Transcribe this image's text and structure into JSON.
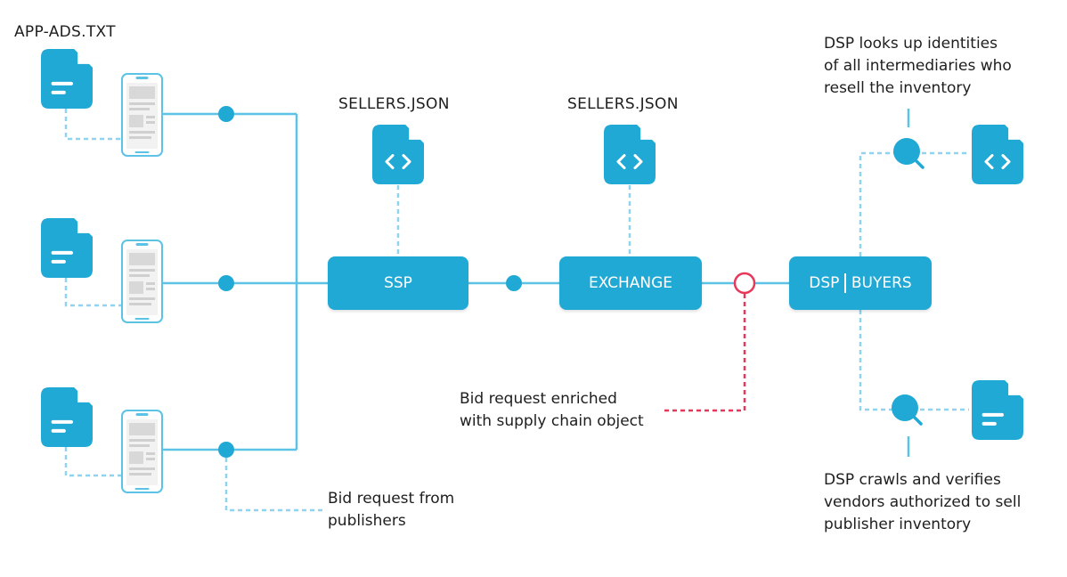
{
  "colors": {
    "accent": "#21a9d6",
    "line": "#5cc3e6",
    "dashed": "#8fd3ee",
    "highlight": "#e8385a",
    "text": "#1e1e1e"
  },
  "labels": {
    "app_ads": "APP-ADS.TXT",
    "sellers_json_ssp": "SELLERS.JSON",
    "sellers_json_exchange": "SELLERS.JSON",
    "bid_request_publishers": [
      "Bid request from",
      "publishers"
    ],
    "bid_request_enriched": [
      "Bid request enriched",
      "with supply chain object"
    ],
    "dsp_lookup": [
      "DSP looks up identities",
      "of all intermediaries who",
      "resell the inventory"
    ],
    "dsp_crawl": [
      "DSP crawls and verifies",
      "vendors authorized to sell",
      "publisher inventory"
    ]
  },
  "nodes": {
    "ssp": "SSP",
    "exchange": "EXCHANGE",
    "dsp": "DSP",
    "buyers": "BUYERS"
  },
  "icons": {
    "publisher_file": "document-icon",
    "publisher_app": "smartphone-icon",
    "sellers_file": "code-file-icon",
    "search": "magnifier-icon"
  }
}
